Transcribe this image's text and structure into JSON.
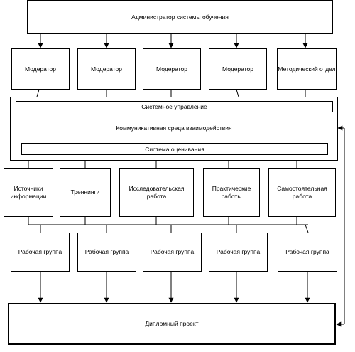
{
  "admin": "Администратор системы обучения",
  "moderators": [
    "Модератор",
    "Модератор",
    "Модератор",
    "Модератор",
    "Методический отдел"
  ],
  "environment": {
    "top_bar": "Системное управление",
    "title": "Коммуникативная среда взаимодействия",
    "bottom_bar": "Система оценивания"
  },
  "activities": [
    "Источники информации",
    "Треннинги",
    "Исследовательская работа",
    "Практические работы",
    "Самостоятельная работа"
  ],
  "groups": [
    "Рабочая группа",
    "Рабочая группа",
    "Рабочая группа",
    "Рабочая группа",
    "Рабочая группа"
  ],
  "project": "Дипломный проект"
}
